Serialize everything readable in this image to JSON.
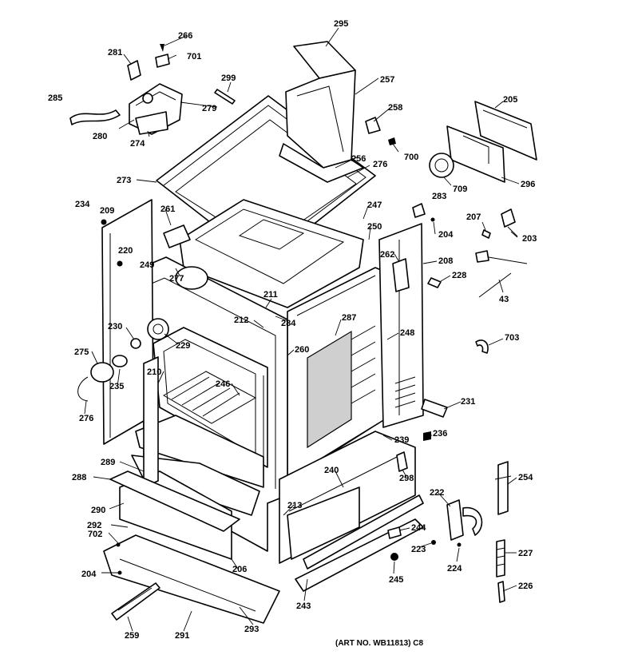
{
  "caption": "(ART NO. WB11813) C8",
  "labels": [
    {
      "id": "l295",
      "text": "295"
    },
    {
      "id": "l266",
      "text": "266"
    },
    {
      "id": "l281",
      "text": "281"
    },
    {
      "id": "l701",
      "text": "701"
    },
    {
      "id": "l299",
      "text": "299"
    },
    {
      "id": "l257",
      "text": "257"
    },
    {
      "id": "l285",
      "text": "285"
    },
    {
      "id": "l279",
      "text": "279"
    },
    {
      "id": "l258",
      "text": "258"
    },
    {
      "id": "l205",
      "text": "205"
    },
    {
      "id": "l280",
      "text": "280"
    },
    {
      "id": "l274",
      "text": "274"
    },
    {
      "id": "l700",
      "text": "700"
    },
    {
      "id": "l256",
      "text": "256"
    },
    {
      "id": "l276a",
      "text": "276"
    },
    {
      "id": "l709",
      "text": "709"
    },
    {
      "id": "l296",
      "text": "296"
    },
    {
      "id": "l273",
      "text": "273"
    },
    {
      "id": "l283",
      "text": "283"
    },
    {
      "id": "l234",
      "text": "234"
    },
    {
      "id": "l209",
      "text": "209"
    },
    {
      "id": "l261",
      "text": "261"
    },
    {
      "id": "l247",
      "text": "247"
    },
    {
      "id": "l207",
      "text": "207"
    },
    {
      "id": "l250",
      "text": "250"
    },
    {
      "id": "l204a",
      "text": "204"
    },
    {
      "id": "l203",
      "text": "203"
    },
    {
      "id": "l220",
      "text": "220"
    },
    {
      "id": "l262",
      "text": "262"
    },
    {
      "id": "l208",
      "text": "208"
    },
    {
      "id": "l249",
      "text": "249"
    },
    {
      "id": "l277",
      "text": "277"
    },
    {
      "id": "l228",
      "text": "228"
    },
    {
      "id": "l211",
      "text": "211"
    },
    {
      "id": "l43",
      "text": "43"
    },
    {
      "id": "l212",
      "text": "212"
    },
    {
      "id": "l284",
      "text": "284"
    },
    {
      "id": "l287",
      "text": "287"
    },
    {
      "id": "l230",
      "text": "230"
    },
    {
      "id": "l229",
      "text": "229"
    },
    {
      "id": "l248",
      "text": "248"
    },
    {
      "id": "l703",
      "text": "703"
    },
    {
      "id": "l260",
      "text": "260"
    },
    {
      "id": "l275",
      "text": "275"
    },
    {
      "id": "l210",
      "text": "210"
    },
    {
      "id": "l246",
      "text": "246"
    },
    {
      "id": "l235",
      "text": "235"
    },
    {
      "id": "l231",
      "text": "231"
    },
    {
      "id": "l276b",
      "text": "276"
    },
    {
      "id": "l236",
      "text": "236"
    },
    {
      "id": "l239",
      "text": "239"
    },
    {
      "id": "l289",
      "text": "289"
    },
    {
      "id": "l240",
      "text": "240"
    },
    {
      "id": "l298",
      "text": "298"
    },
    {
      "id": "l288",
      "text": "288"
    },
    {
      "id": "l254",
      "text": "254"
    },
    {
      "id": "l222",
      "text": "222"
    },
    {
      "id": "l213",
      "text": "213"
    },
    {
      "id": "l290",
      "text": "290"
    },
    {
      "id": "l292",
      "text": "292"
    },
    {
      "id": "l244",
      "text": "244"
    },
    {
      "id": "l702",
      "text": "702"
    },
    {
      "id": "l223",
      "text": "223"
    },
    {
      "id": "l227",
      "text": "227"
    },
    {
      "id": "l206",
      "text": "206"
    },
    {
      "id": "l204b",
      "text": "204"
    },
    {
      "id": "l224",
      "text": "224"
    },
    {
      "id": "l245",
      "text": "245"
    },
    {
      "id": "l226",
      "text": "226"
    },
    {
      "id": "l243",
      "text": "243"
    },
    {
      "id": "l259",
      "text": "259"
    },
    {
      "id": "l291",
      "text": "291"
    },
    {
      "id": "l293",
      "text": "293"
    }
  ]
}
